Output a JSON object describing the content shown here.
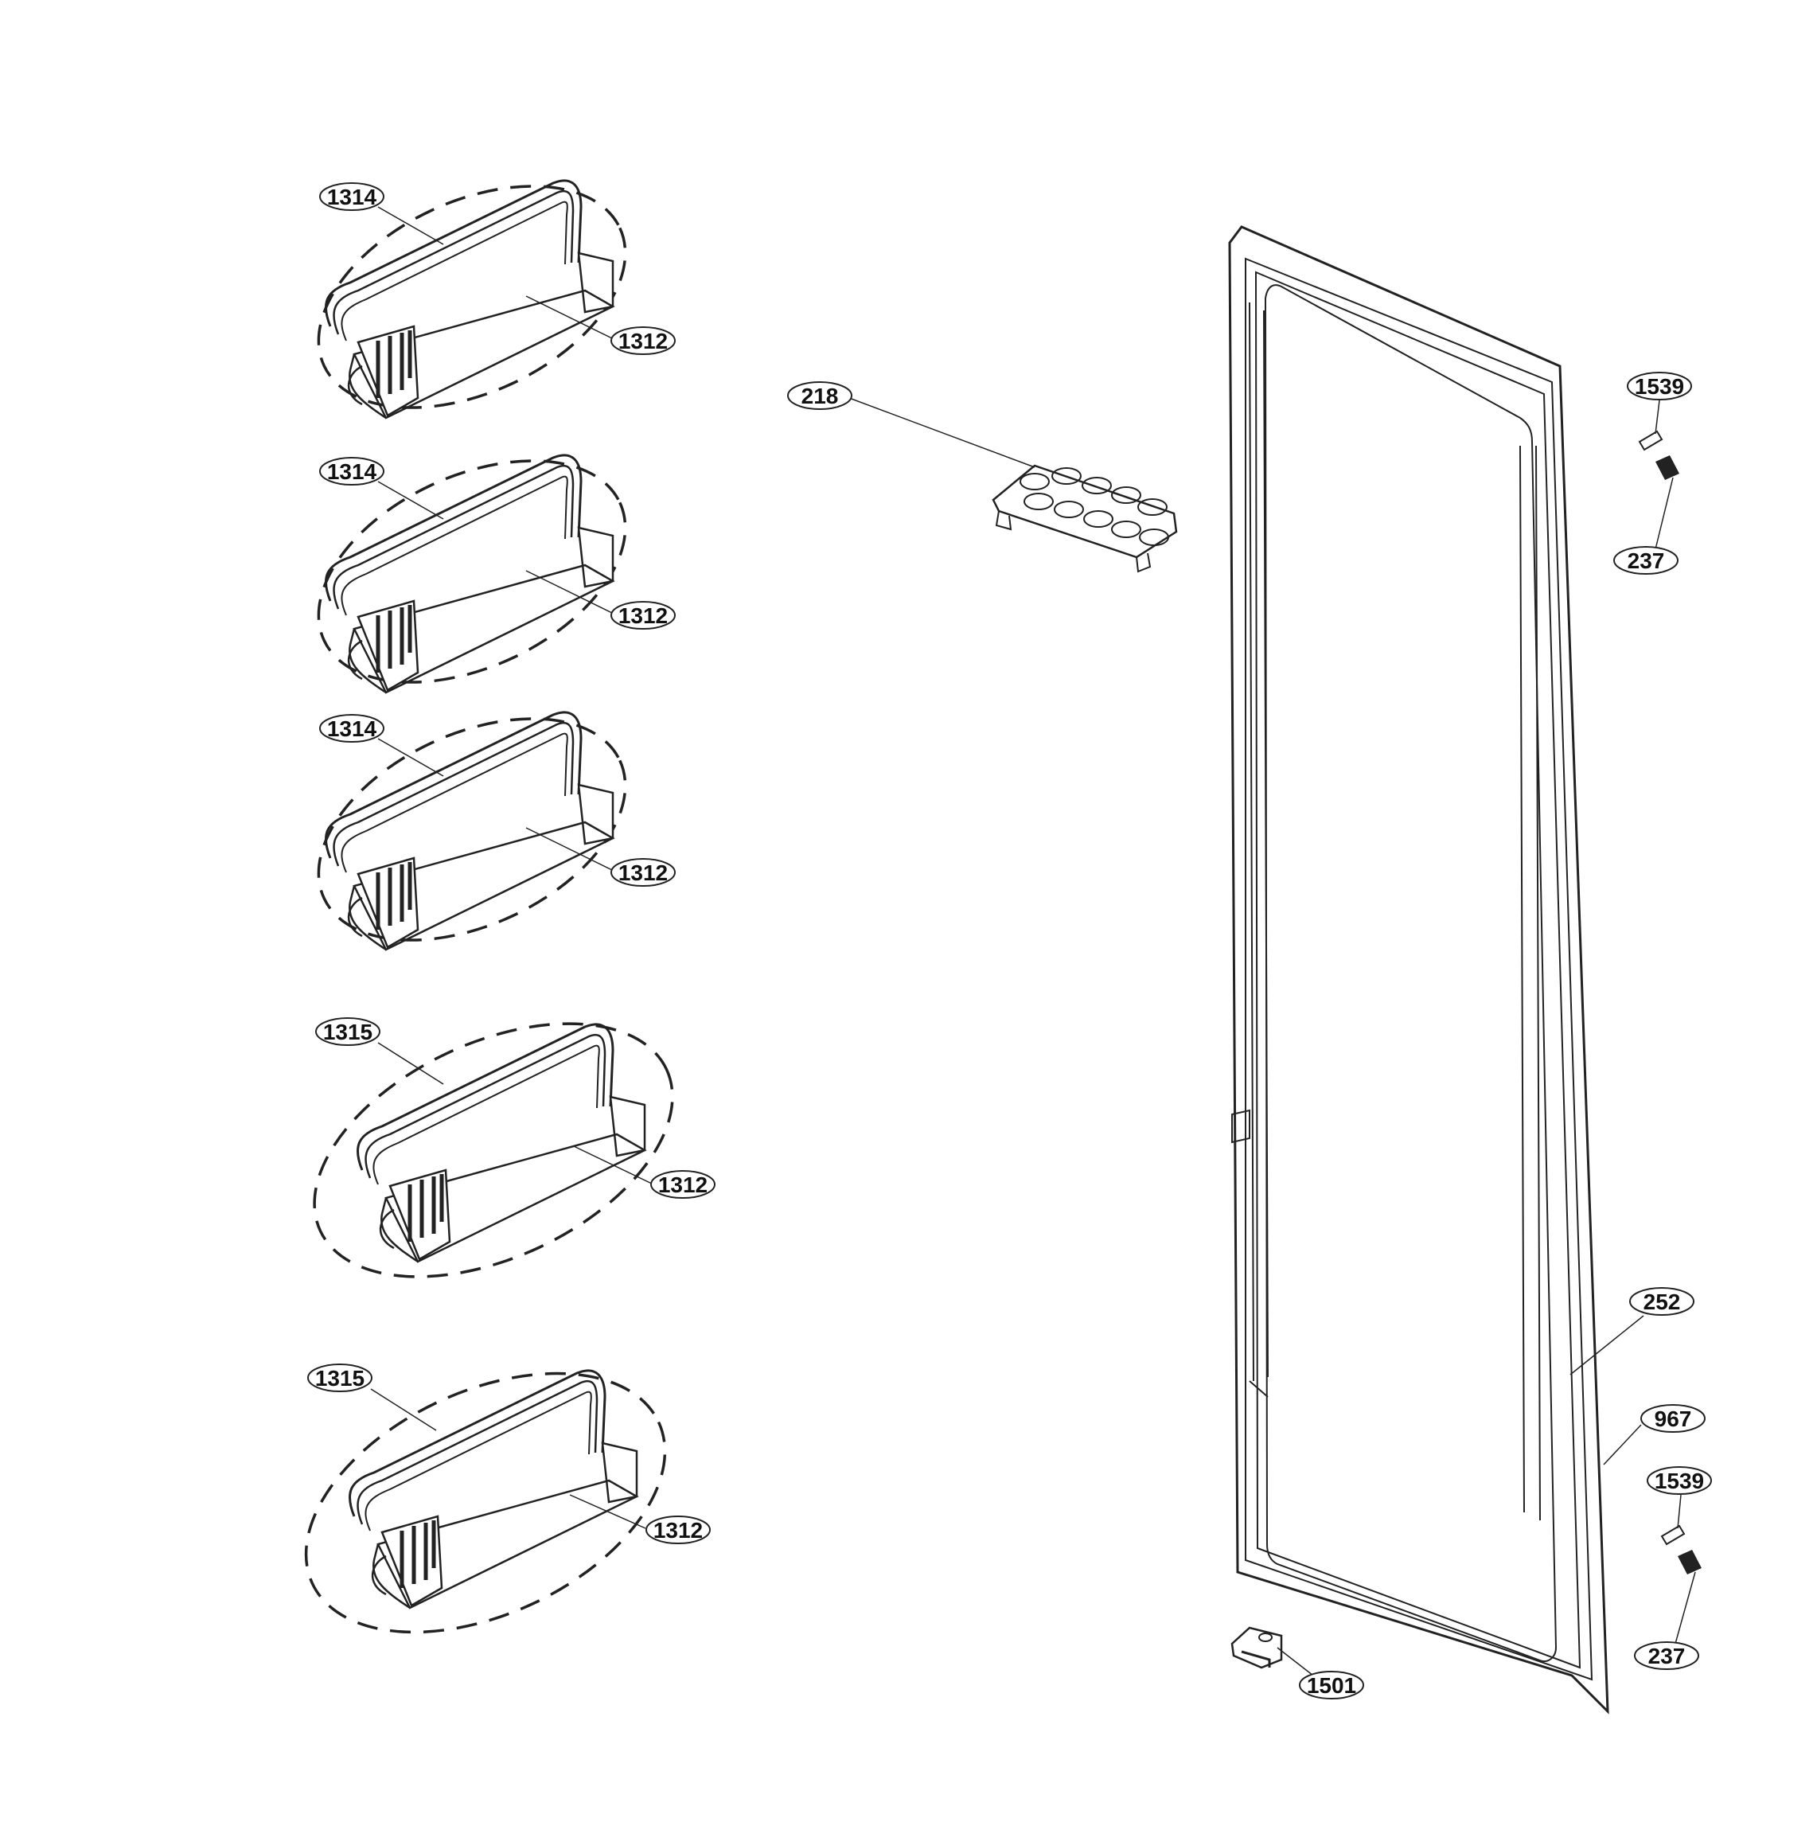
{
  "diagram": {
    "callouts": {
      "bin1_top": "1314",
      "bin1_body": "1312",
      "bin2_top": "1314",
      "bin2_body": "1312",
      "bin3_top": "1314",
      "bin3_body": "1312",
      "bin4_top": "1315",
      "bin4_body": "1312",
      "bin5_top": "1315",
      "bin5_body": "1312",
      "egg_tray": "218",
      "hinge_pin_top": "1539",
      "spring_top": "237",
      "gasket": "252",
      "door_liner": "967",
      "hinge_pin_bottom": "1539",
      "spring_bottom": "237",
      "door_stop": "1501"
    }
  },
  "colors": {
    "line": "#222222",
    "background": "#ffffff"
  }
}
